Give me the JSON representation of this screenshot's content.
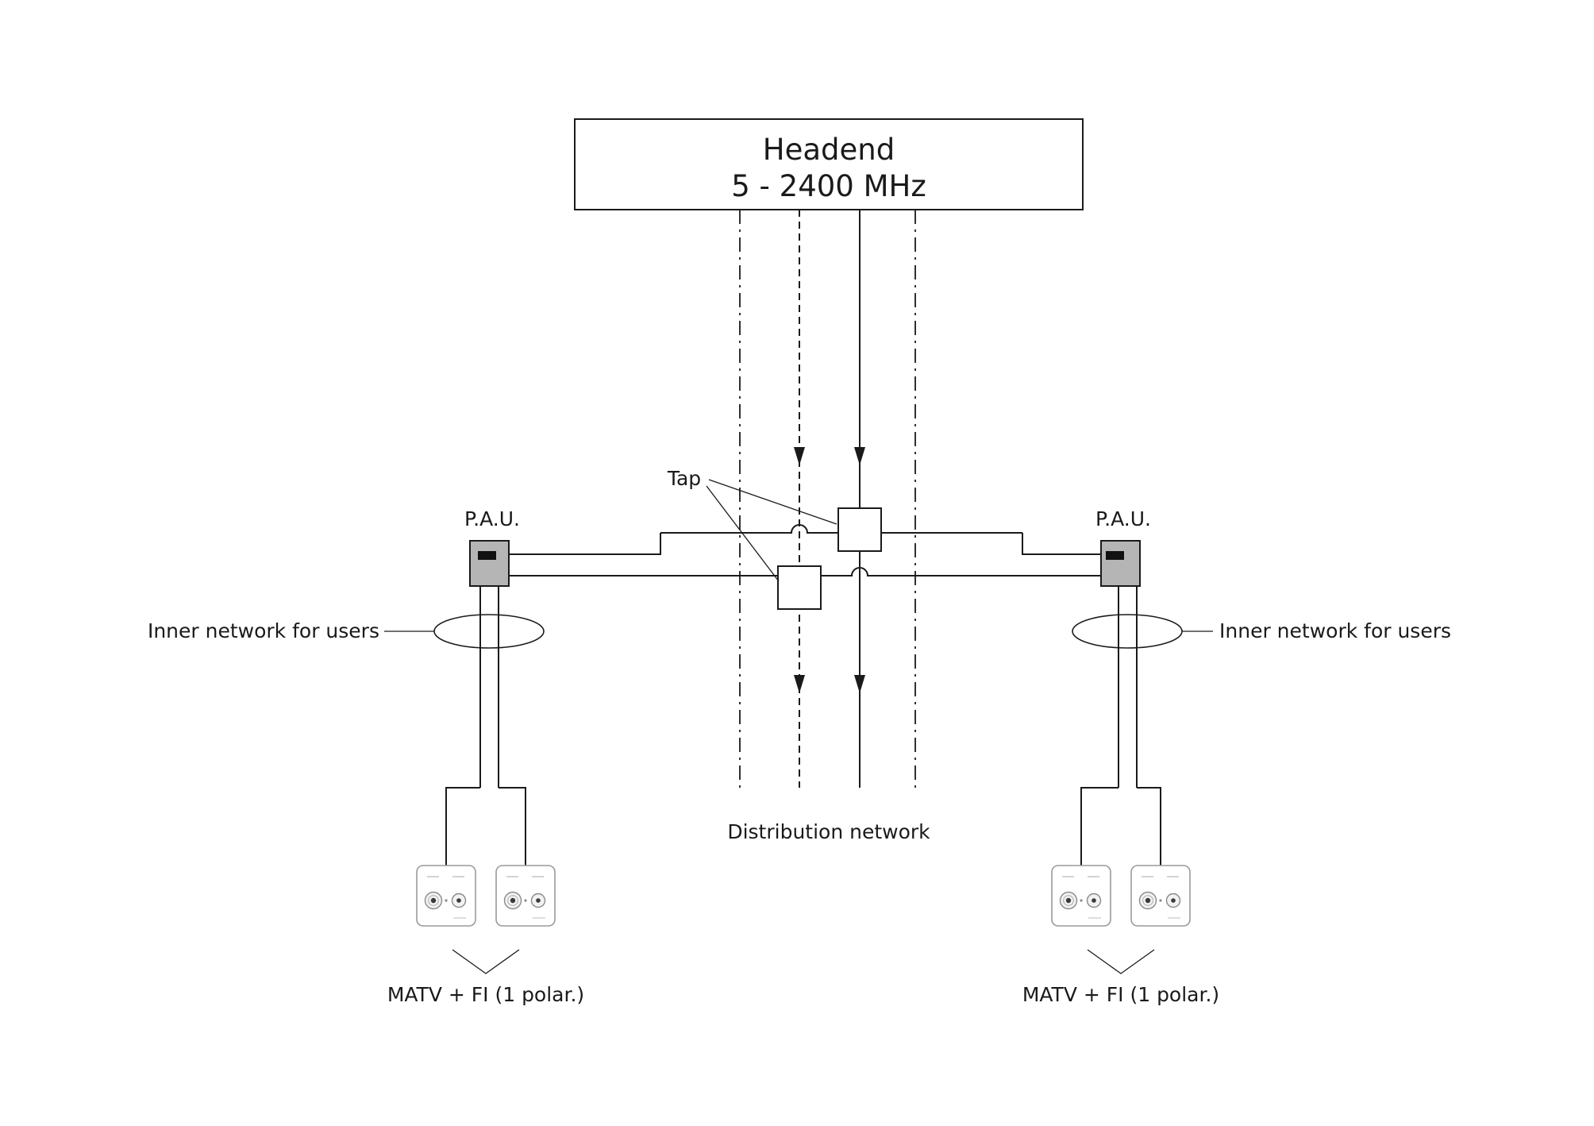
{
  "diagram": {
    "headend": {
      "line1": "Headend",
      "line2": "5 - 2400 MHz"
    },
    "labels": {
      "tap": "Tap",
      "distribution_network": "Distribution network",
      "matv_left": "MATV + FI (1 polar.)",
      "matv_right": "MATV + FI (1 polar.)",
      "inner_network_left": "Inner network for users",
      "inner_network_right": "Inner network for users",
      "pau_left": "P.A.U.",
      "pau_right": "P.A.U."
    },
    "colors": {
      "line": "#1a1a1a",
      "pau_fill": "#b5b5b5",
      "outlet_border": "#9a9a9a",
      "background": "#ffffff"
    }
  }
}
